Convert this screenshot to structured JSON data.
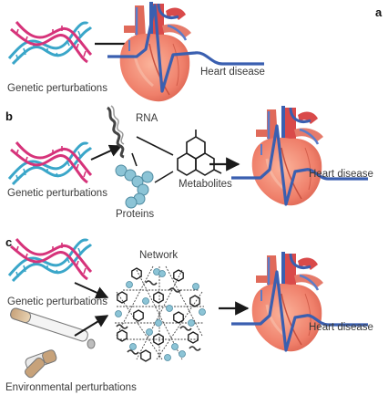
{
  "panels": [
    {
      "letter": "a",
      "dna_label": "Genetic perturbations",
      "outcome_label": "Heart disease"
    },
    {
      "letter": "b",
      "dna_label": "Genetic perturbations",
      "rna_label": "RNA",
      "proteins_label": "Proteins",
      "metabolites_label": "Metabolites",
      "outcome_label": "Heart disease"
    },
    {
      "letter": "c",
      "dna_label": "Genetic perturbations",
      "env_label": "Environmental perturbations",
      "network_label": "Network",
      "outcome_label": "Heart disease"
    }
  ],
  "colors": {
    "dna_strand_a": "#d6337a",
    "dna_strand_b": "#3aa6c9",
    "ecg_line": "#3a5fb0",
    "heart": "#ef7f6a",
    "vessel": "#d94a4a",
    "protein_bead": "#8cc4d6",
    "arrow": "#1a1a1a"
  }
}
